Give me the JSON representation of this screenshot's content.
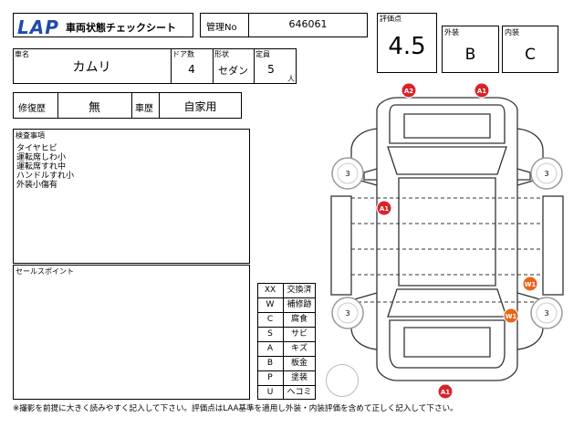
{
  "header": {
    "logo": "LAP",
    "title": "車両状態チェックシート",
    "management_label": "管理No",
    "management_value": "646061"
  },
  "ratings": {
    "score_label": "評価点",
    "score_value": "4.5",
    "exterior_label": "外装",
    "exterior_value": "B",
    "interior_label": "内装",
    "interior_value": "C"
  },
  "vehicle": {
    "name_label": "車名",
    "name_value": "カムリ",
    "doors_label": "ドア数",
    "doors_value": "4",
    "body_label": "形状",
    "body_value": "セダン",
    "capacity_label": "定員",
    "capacity_value": "5",
    "capacity_unit": "人"
  },
  "history": {
    "repair_label": "修復歴",
    "repair_value": "無",
    "usage_label": "車歴",
    "usage_value": "自家用"
  },
  "inspection": {
    "label": "検査事項",
    "lines": [
      "タイヤヒビ",
      "運転席しわ小",
      "運転席すれ中",
      "ハンドルすれ小",
      "外装小傷有"
    ]
  },
  "sales": {
    "label": "セールスポイント"
  },
  "legend": [
    {
      "code": "XX",
      "meaning": "交換済"
    },
    {
      "code": "W",
      "meaning": "補修跡"
    },
    {
      "code": "C",
      "meaning": "腐食"
    },
    {
      "code": "S",
      "meaning": "サビ"
    },
    {
      "code": "A",
      "meaning": "キズ"
    },
    {
      "code": "B",
      "meaning": "板金"
    },
    {
      "code": "P",
      "meaning": "塗装"
    },
    {
      "code": "U",
      "meaning": "ヘコミ"
    }
  ],
  "diagram": {
    "tire_markers": [
      "3",
      "3",
      "3",
      "3"
    ],
    "damage_markers": [
      {
        "code": "A2",
        "color": "#d8232a"
      },
      {
        "code": "A1",
        "color": "#d8232a"
      },
      {
        "code": "A1",
        "color": "#d8232a"
      },
      {
        "code": "W1",
        "color": "#e8651a"
      },
      {
        "code": "W1",
        "color": "#e8651a"
      },
      {
        "code": "A1",
        "color": "#d8232a"
      }
    ]
  },
  "footer": {
    "note": "※撮影を前提に大きく読みやすく記入して下さい。評価点はLAA基準を適用し外装・内装評価を含めて正しく記入して下さい。"
  }
}
